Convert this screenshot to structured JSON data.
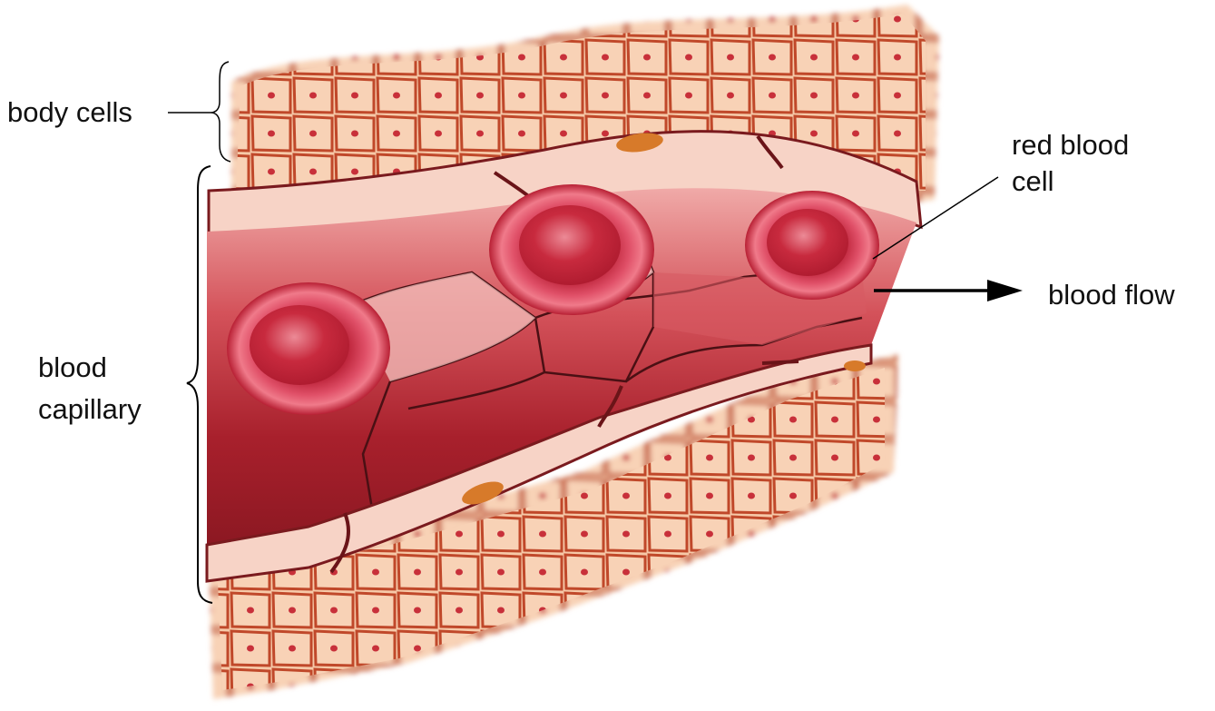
{
  "labels": {
    "body_cells": "body cells",
    "red_blood_cell_line1": "red blood",
    "red_blood_cell_line2": "cell",
    "blood_flow": "blood flow",
    "blood_capillary_line1": "blood",
    "blood_capillary_line2": "capillary"
  },
  "colors": {
    "tissue_fill": "#f6c9a8",
    "tissue_wall": "#c0482a",
    "tissue_nucleus": "#c8303a",
    "capillary_dark": "#9e1c28",
    "capillary_mid": "#c63a44",
    "capillary_light": "#f2b9b4",
    "endothelium": "#f7d3c6",
    "endothelium_nucleus": "#d77a2a",
    "rbc_outer": "#c8283c",
    "rbc_inner": "#e0485a",
    "annotation": "#000000"
  }
}
